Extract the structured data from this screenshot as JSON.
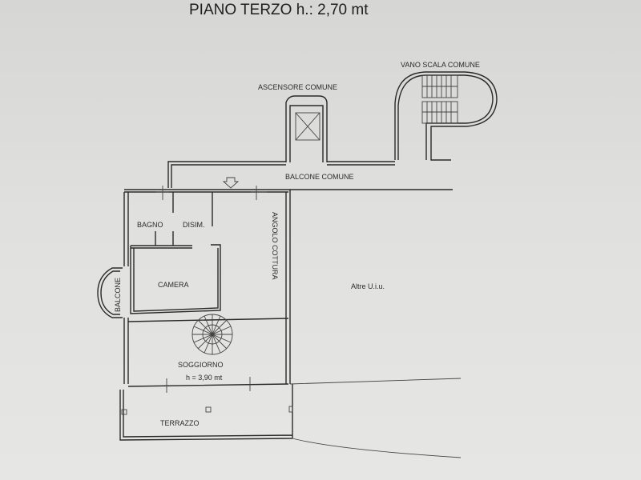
{
  "title": "PIANO TERZO h.: 2,70 mt",
  "labels": {
    "vano_scala": "VANO SCALA COMUNE",
    "ascensore": "ASCENSORE COMUNE",
    "balcone_comune": "BALCONE COMUNE",
    "bagno": "BAGNO",
    "disim": "DISIM.",
    "angolo_cottura": "ANGOLO COTTURA",
    "camera": "CAMERA",
    "balcone": "BALCONE",
    "altre_uiu": "Altre U.i.u.",
    "soggiorno": "SOGGIORNO",
    "soggiorno_height": "h = 3,90 mt",
    "terrazzo": "TERRAZZO"
  }
}
